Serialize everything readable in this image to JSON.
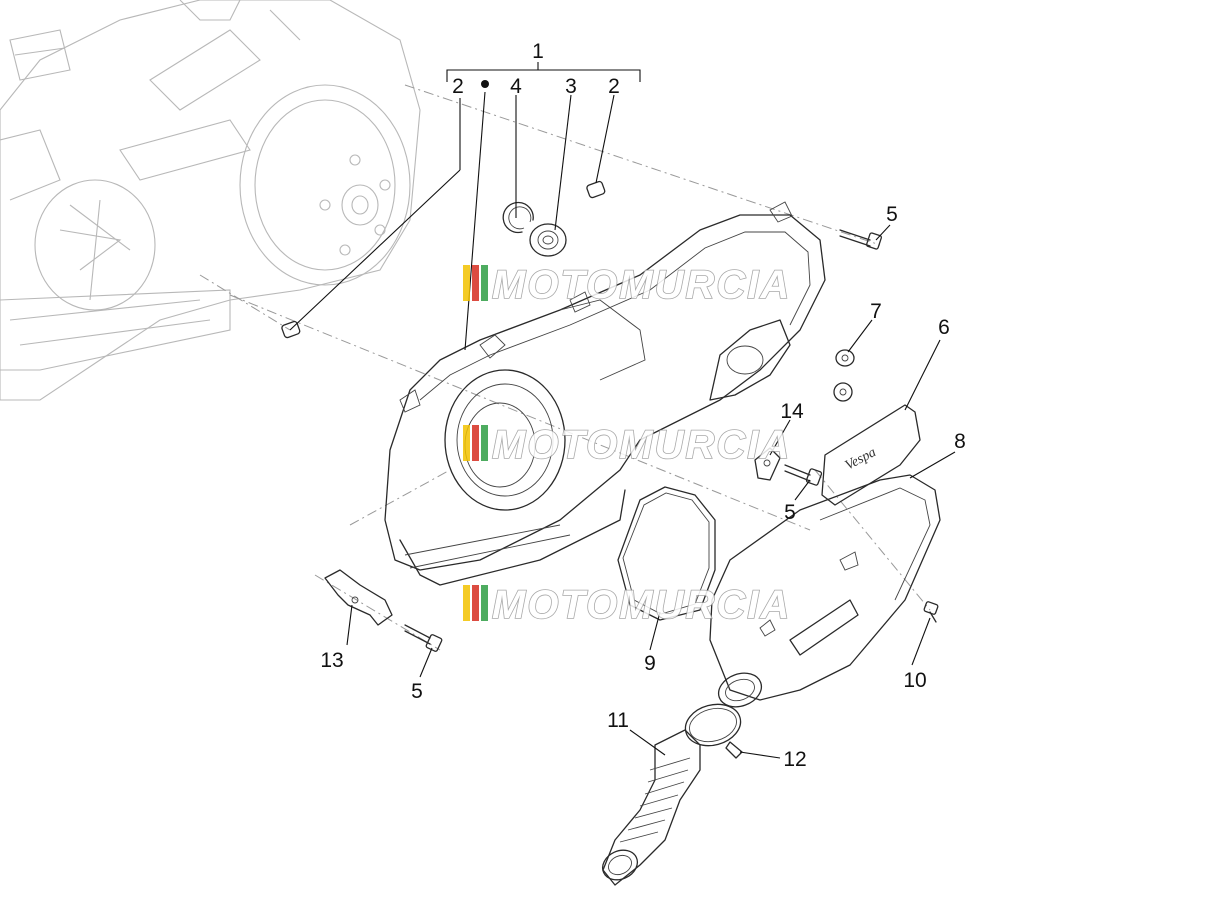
{
  "callouts": {
    "c1": "1",
    "c2a": "2",
    "c4": "4",
    "c3": "3",
    "c2b": "2",
    "c5a": "5",
    "c7": "7",
    "c6": "6",
    "c14": "14",
    "c8": "8",
    "c5b": "5",
    "c13": "13",
    "c9": "9",
    "c10": "10",
    "c5c": "5",
    "c11": "11",
    "c12": "12"
  },
  "watermark": {
    "text": "MOTOMURCIA",
    "stripe_colors": [
      "#f2c200",
      "#d62d20",
      "#2f9e44"
    ]
  },
  "cover_logo": "Vespa",
  "colors": {
    "line": "#2a2a2a",
    "engine_line": "#b8b8b8",
    "background": "#ffffff"
  }
}
